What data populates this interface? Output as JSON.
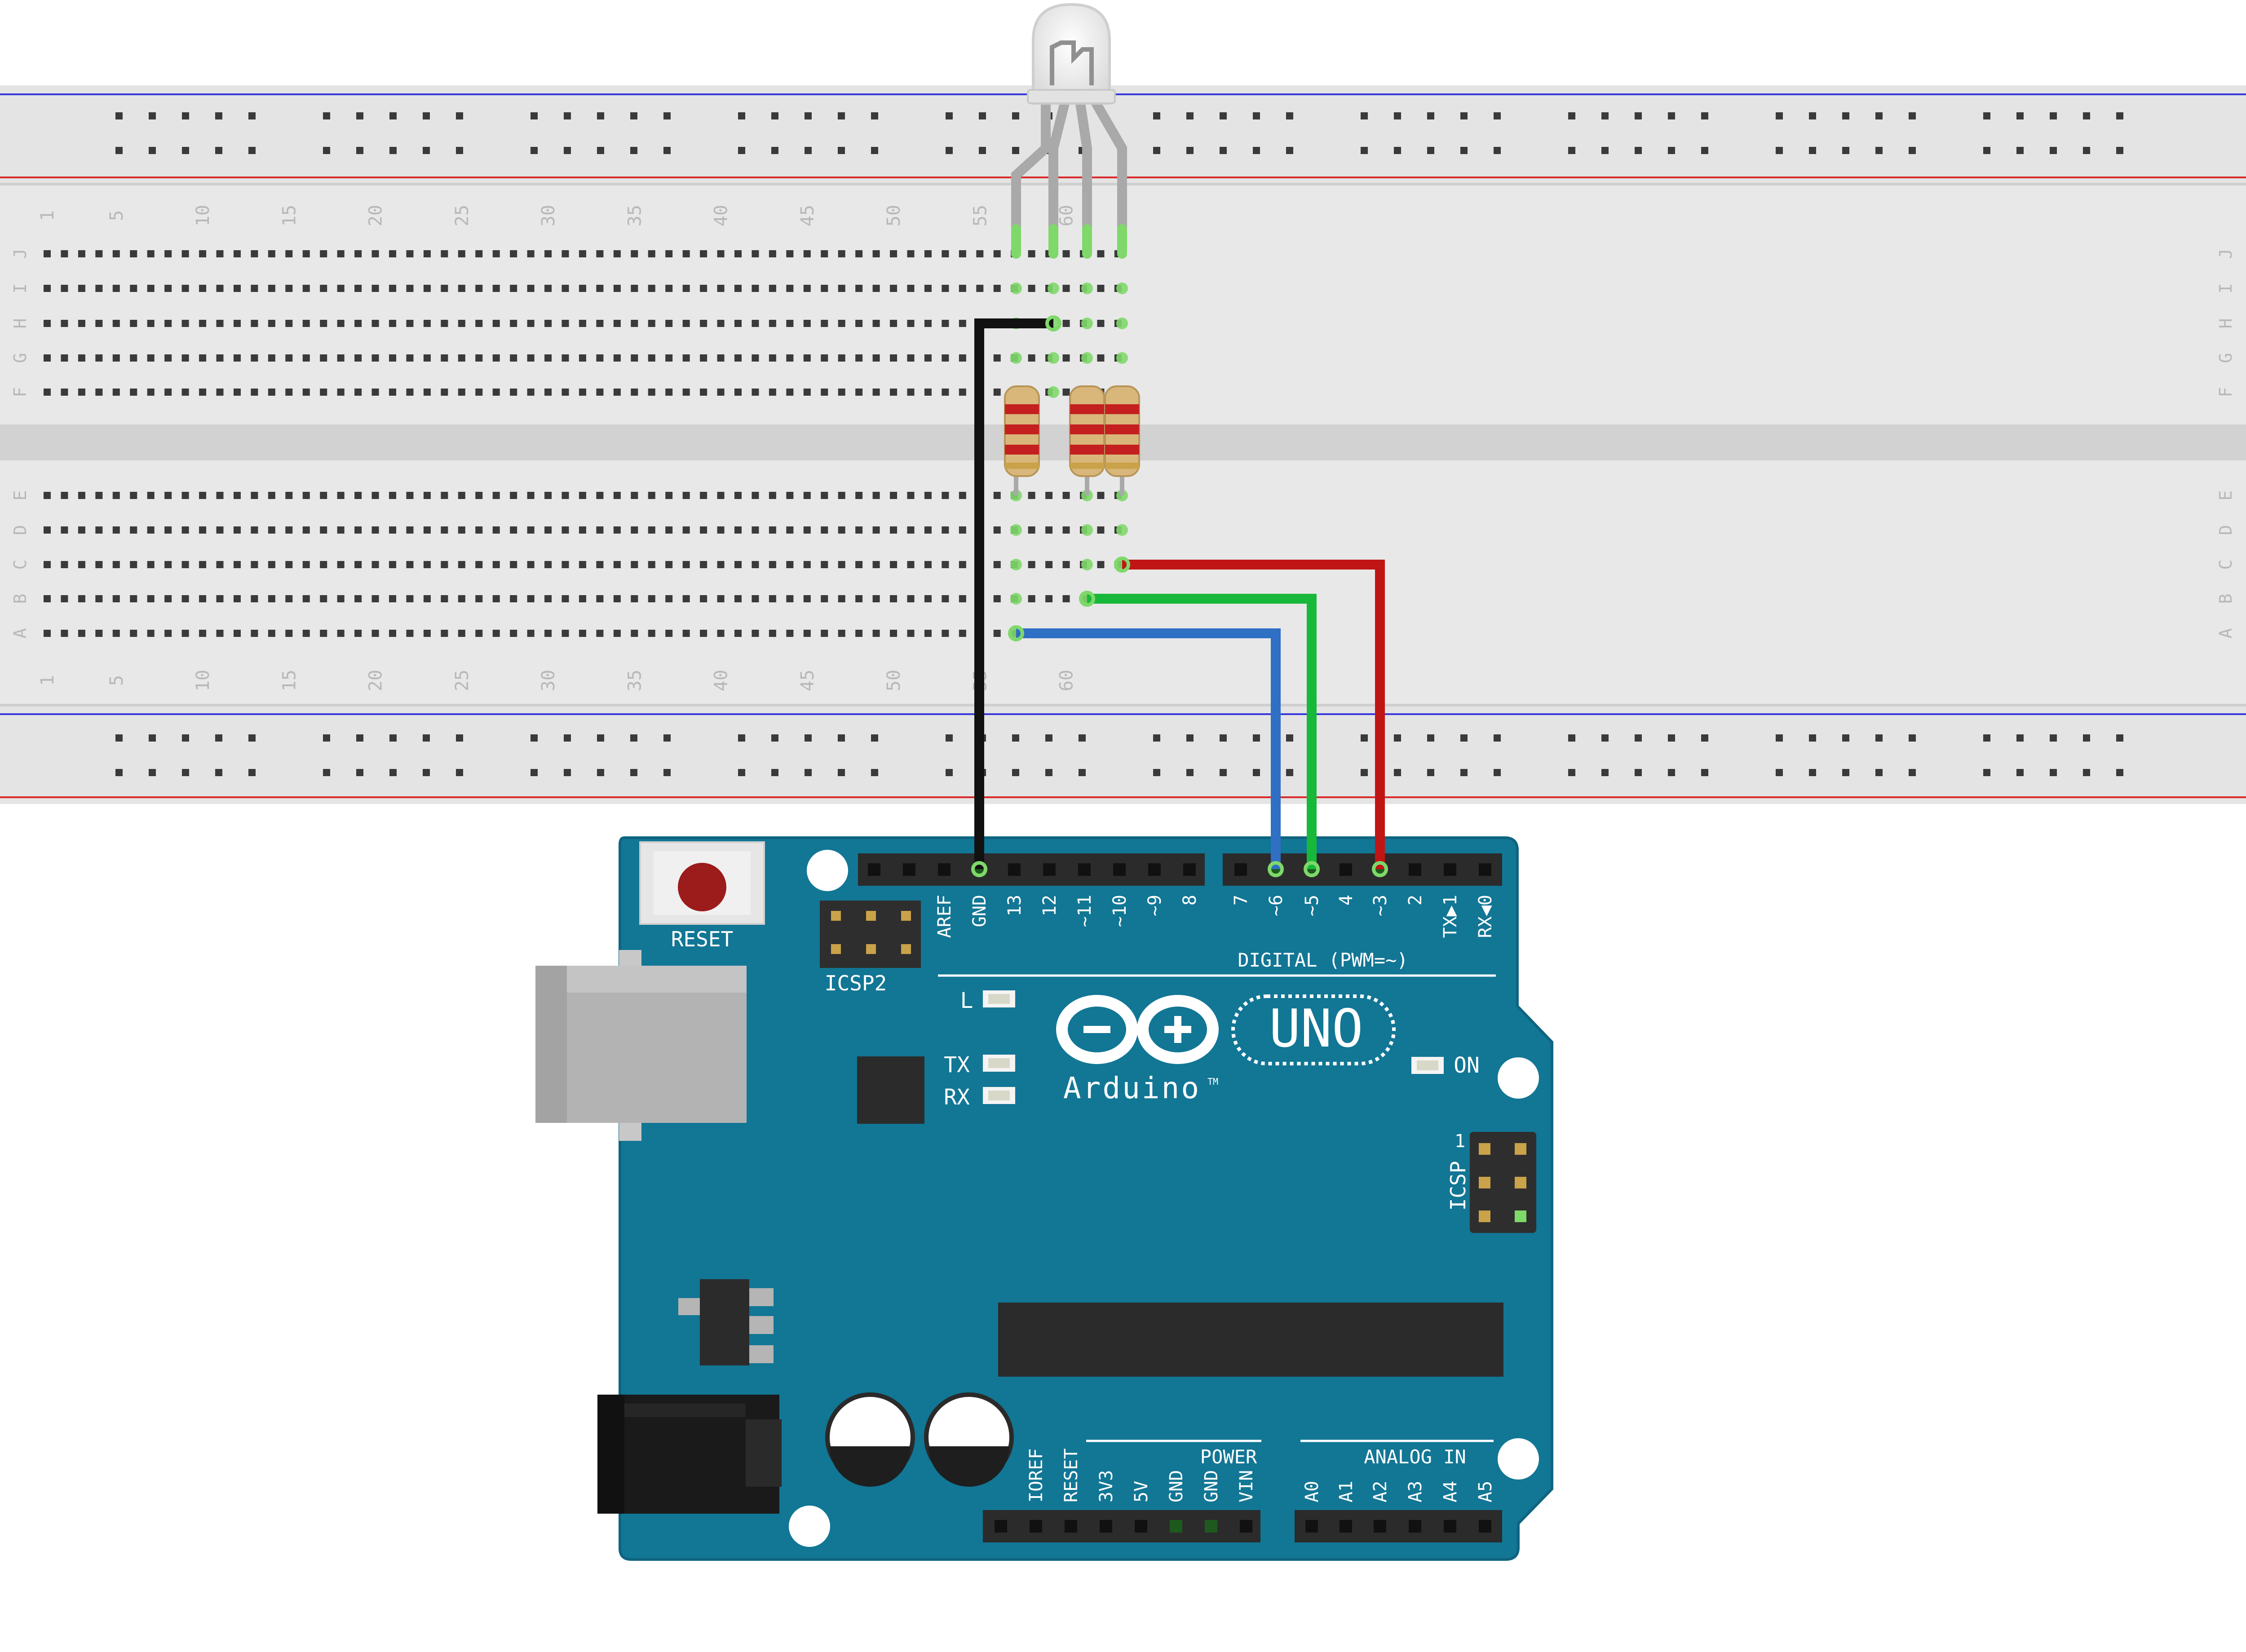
{
  "breadboard": {
    "column_numbers": [
      "1",
      "5",
      "10",
      "15",
      "20",
      "25",
      "30",
      "35",
      "40",
      "45",
      "50",
      "55",
      "60"
    ],
    "rows_top": [
      "J",
      "I",
      "H",
      "G",
      "F"
    ],
    "rows_bottom": [
      "E",
      "D",
      "C",
      "B",
      "A"
    ]
  },
  "arduino": {
    "reset_label": "RESET",
    "icsp2_label": "ICSP2",
    "icsp_label": "ICSP",
    "icsp_pin1": "1",
    "led_l": "L",
    "led_tx": "TX",
    "led_rx": "RX",
    "led_on": "ON",
    "logo_text": "Arduino",
    "logo_tm": "TM",
    "model": "UNO",
    "digital_label": "DIGITAL (PWM=~)",
    "digital_pins": [
      "AREF",
      "GND",
      "13",
      "12",
      "~11",
      "~10",
      "~9",
      "8",
      "7",
      "~6",
      "~5",
      "4",
      "~3",
      "2",
      "TX▶1",
      "RX◀0"
    ],
    "power_label": "POWER",
    "power_pins": [
      "IOREF",
      "RESET",
      "3V3",
      "5V",
      "GND",
      "GND",
      "VIN"
    ],
    "analog_label": "ANALOG IN",
    "analog_pins": [
      "A0",
      "A1",
      "A2",
      "A3",
      "A4",
      "A5"
    ]
  },
  "colors": {
    "board": "#127695",
    "board_edge": "#0f6480",
    "wire_black": "#111111",
    "wire_blue": "#2f6fc4",
    "wire_green": "#18b83a",
    "wire_red": "#c01515",
    "breadboard": "#e6e6e6",
    "rail_blue": "#3a3adb",
    "rail_red": "#db2a2a"
  }
}
